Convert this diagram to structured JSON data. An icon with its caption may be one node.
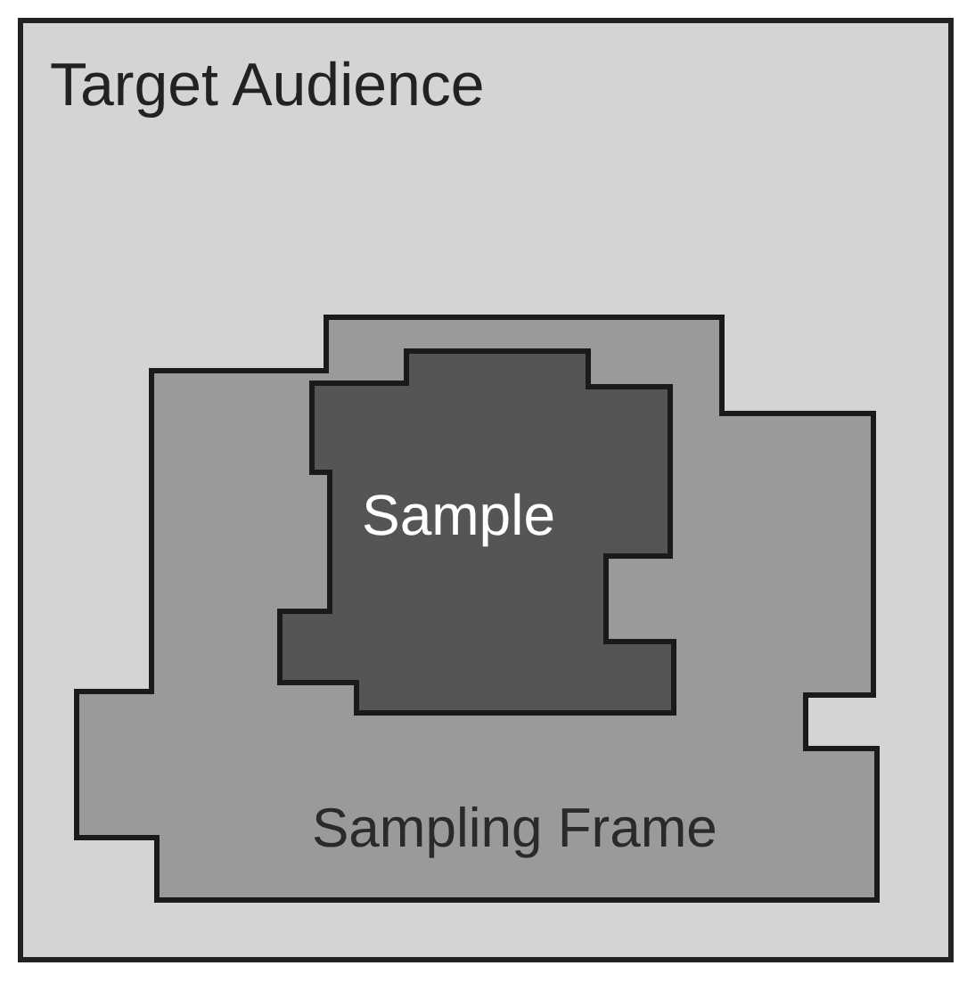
{
  "diagram": {
    "nodes": [
      {
        "text": [
          "Target Audience"
        ]
      },
      {
        "text": [
          "Sampling Frame"
        ],
        "in": 0
      },
      {
        "text": [
          "Sample"
        ],
        "in": 1
      }
    ]
  }
}
